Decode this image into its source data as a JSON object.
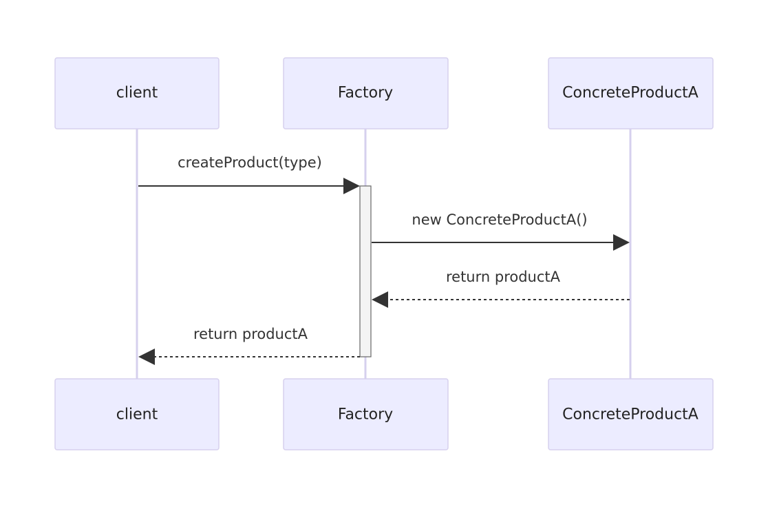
{
  "diagram": {
    "type": "sequence",
    "participants": [
      {
        "id": "client",
        "label": "client"
      },
      {
        "id": "factory",
        "label": "Factory"
      },
      {
        "id": "productA",
        "label": "ConcreteProductA"
      }
    ],
    "messages": [
      {
        "from": "client",
        "to": "factory",
        "label": "createProduct(type)",
        "style": "solid"
      },
      {
        "from": "factory",
        "to": "productA",
        "label": "new ConcreteProductA()",
        "style": "solid"
      },
      {
        "from": "productA",
        "to": "factory",
        "label": "return productA",
        "style": "dashed"
      },
      {
        "from": "factory",
        "to": "client",
        "label": "return productA",
        "style": "dashed"
      }
    ],
    "colors": {
      "actor_fill": "#ECECFF",
      "actor_stroke": "#d6d0ee",
      "lifeline": "#d6d0ee",
      "arrow": "#333333",
      "text": "#222222"
    }
  }
}
